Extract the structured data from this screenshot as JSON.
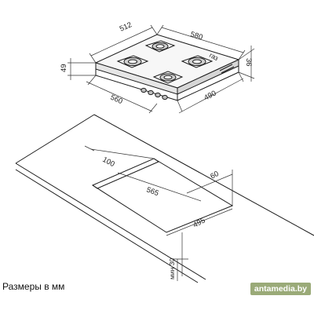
{
  "hob": {
    "width": "580",
    "depth": "512",
    "height": "49",
    "cutout_width": "560",
    "cutout_depth": "490",
    "gas_connection_height": "36",
    "gas_label": "газ"
  },
  "countertop": {
    "back_clearance": "100",
    "cutout_width": "565",
    "side_clearance": "60",
    "cutout_depth": "495",
    "min_thickness": "мин 30"
  },
  "caption": "Размеры в мм",
  "watermark": "antamedia.by"
}
